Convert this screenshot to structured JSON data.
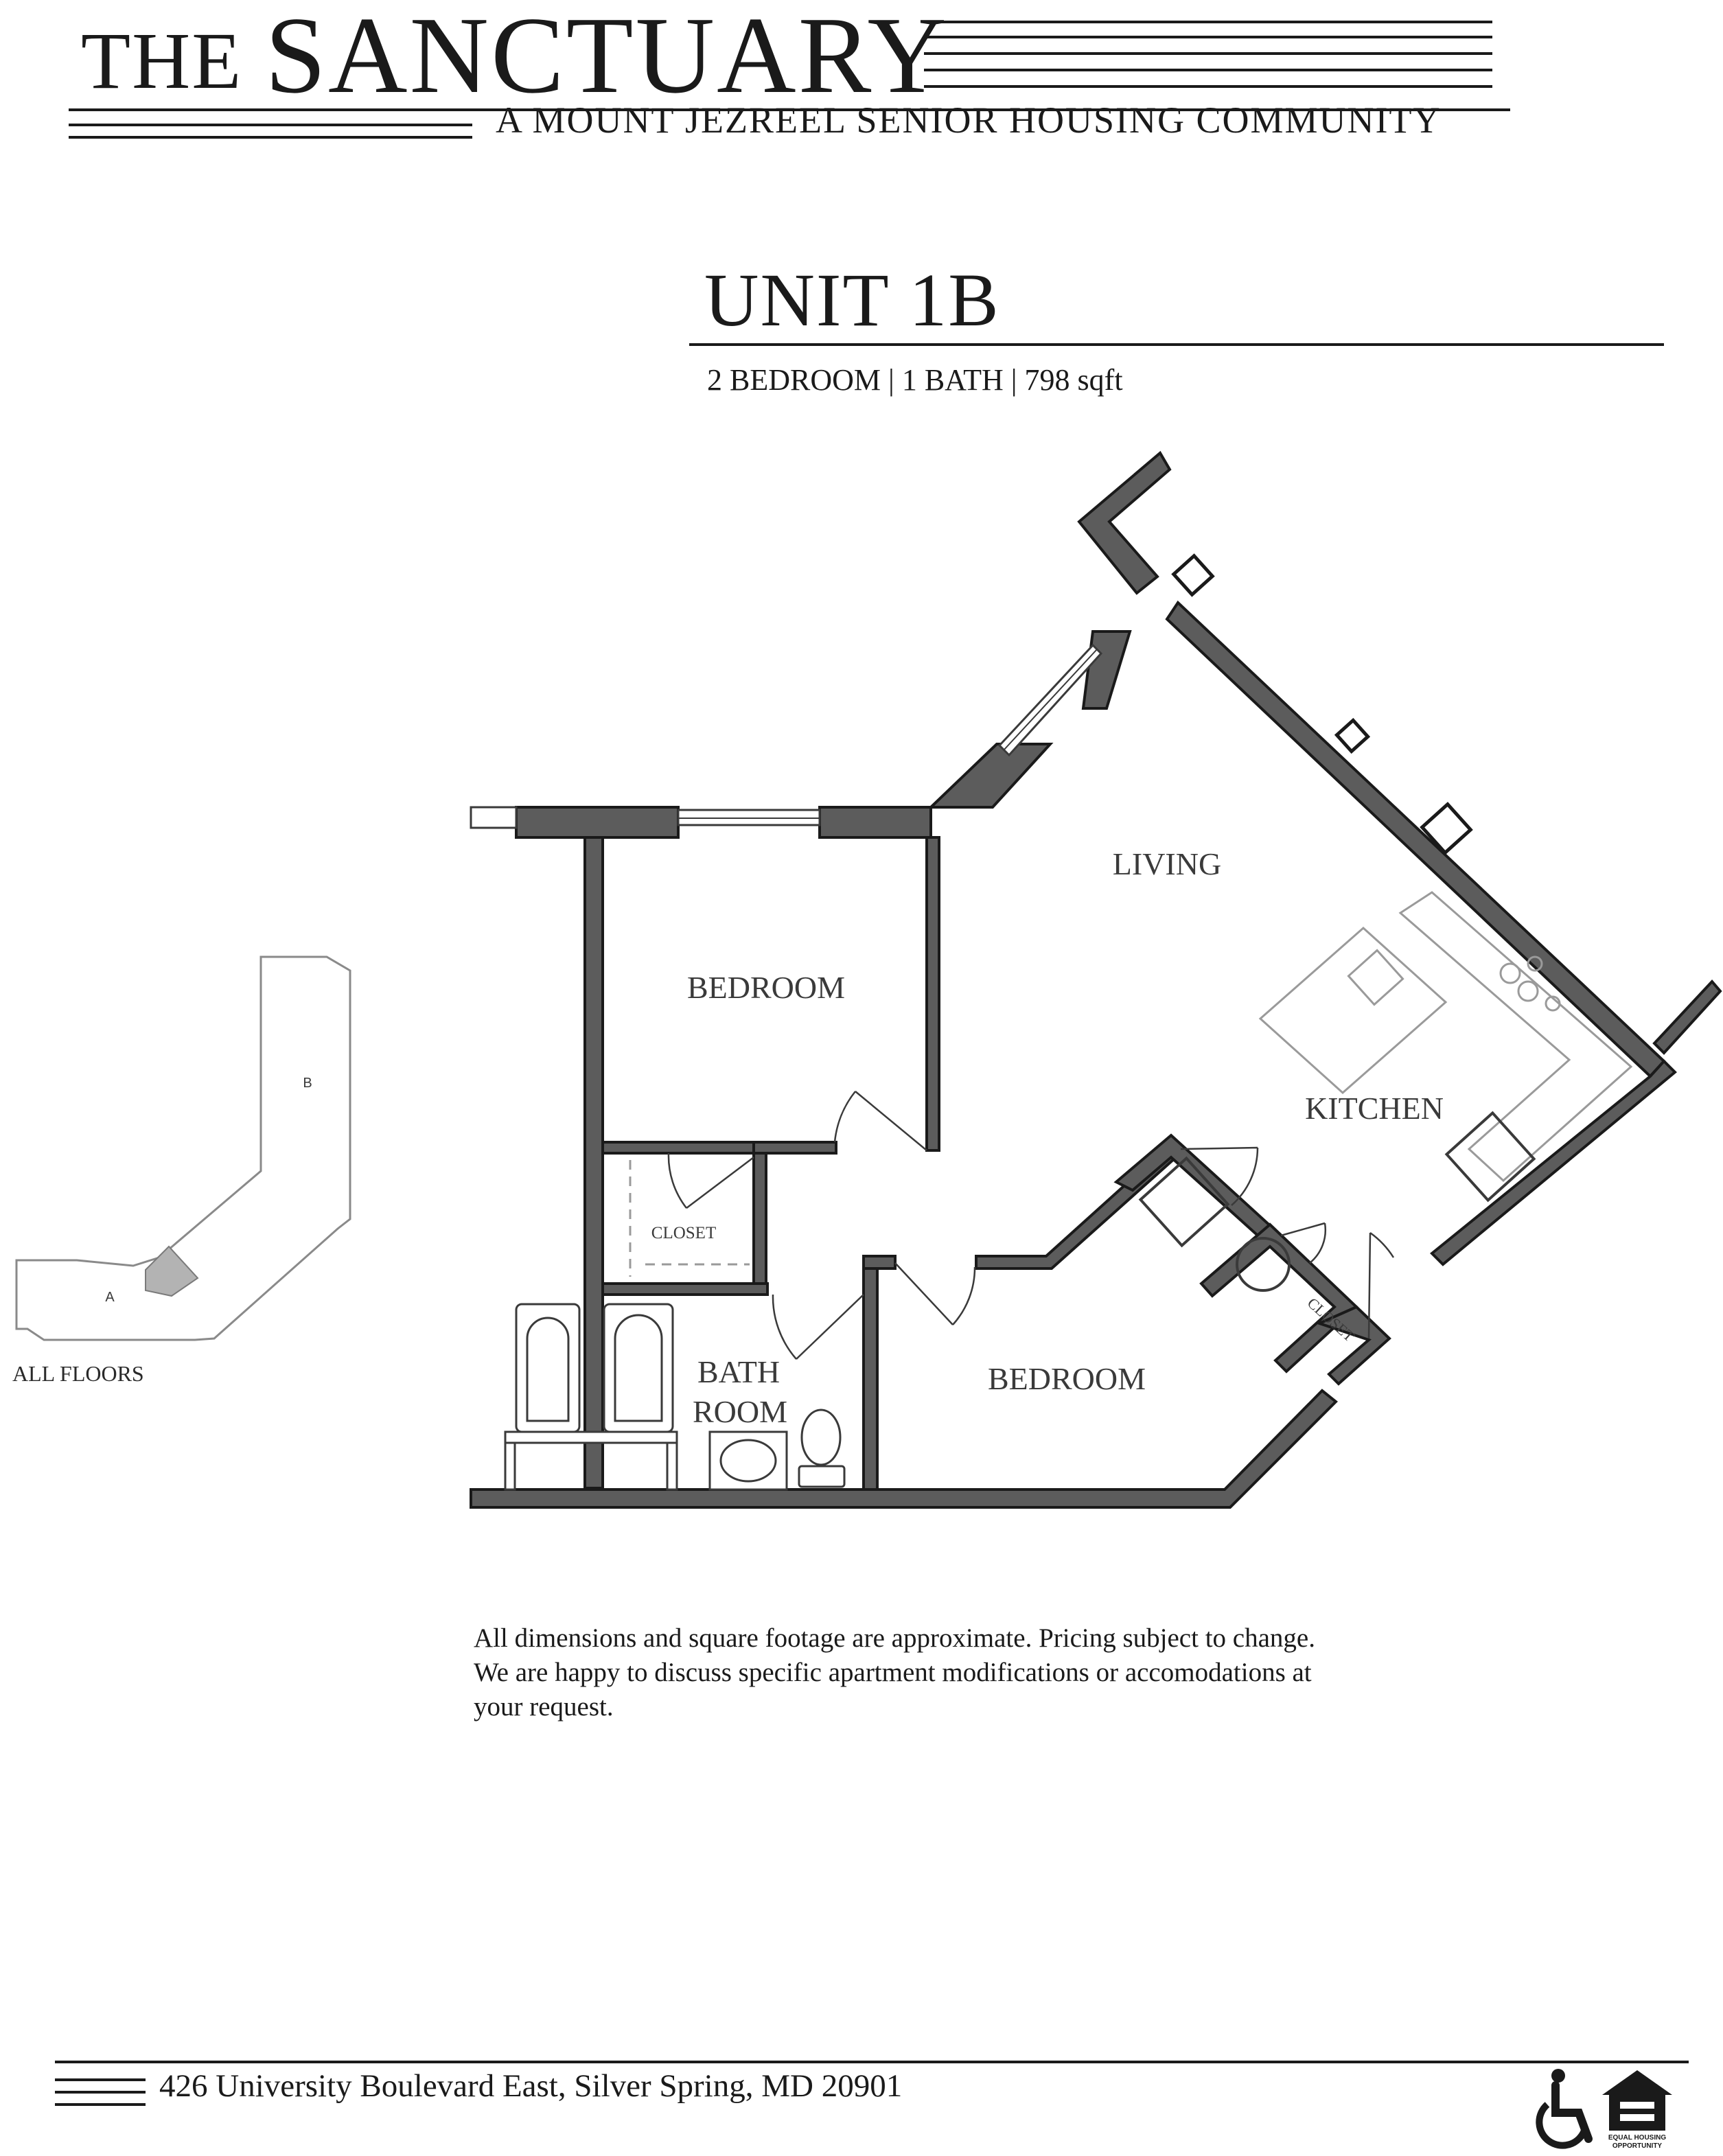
{
  "header": {
    "brand_the": "THE",
    "brand_name": "SANCTUARY",
    "subtitle": "A MOUNT JEZREEL SENIOR HOUSING COMMUNITY"
  },
  "unit": {
    "title": "UNIT 1B",
    "details": "2 BEDROOM | 1 BATH | 798 sqft"
  },
  "floorplan": {
    "rooms": {
      "living": "LIVING",
      "bedroom_1": "BEDROOM",
      "kitchen": "KITCHEN",
      "closet_1": "CLOSET",
      "bath_line1": "BATH",
      "bath_line2": "ROOM",
      "bedroom_2": "BEDROOM",
      "closet_2": "CLOSET"
    },
    "wall_color": "#5c5c5c",
    "line_color": "#3a3a3a"
  },
  "key_plan": {
    "wing_a": "A",
    "wing_b": "B",
    "caption": "ALL FLOORS",
    "highlight_color": "#b3b3b3"
  },
  "disclaimer": {
    "line1": "All dimensions and square footage are approximate. Pricing subject to change.",
    "line2": "We are happy to discuss specific apartment modifications or accomodations at",
    "line3": "your request."
  },
  "footer": {
    "address": "426 University Boulevard East, Silver Spring, MD 20901",
    "equal_housing_line1": "EQUAL HOUSING",
    "equal_housing_line2": "OPPORTUNITY",
    "icons": [
      "wheelchair-accessible-icon",
      "equal-housing-opportunity-icon"
    ]
  }
}
